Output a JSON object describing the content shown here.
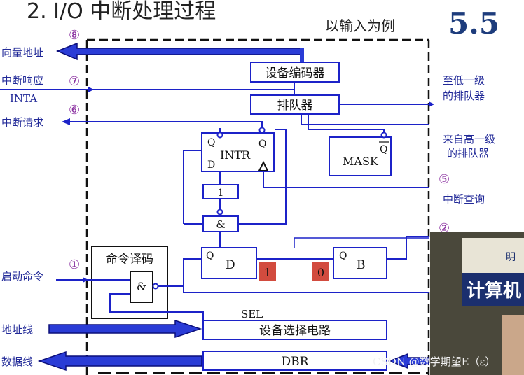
{
  "title": "2. I/O 中断处理过程",
  "subtitle": "以输入为例",
  "section_number": "5.5",
  "left_labels": {
    "address_out": "向量地址",
    "inta_line1": "中断响应",
    "inta_line2": "INTA",
    "int_request": "中断请求",
    "start_cmd": "启动命令",
    "address_bus": "地址线",
    "data_bus": "数据线"
  },
  "right_labels": {
    "to_lower_1": "至低一级",
    "to_lower_2": "的排队器",
    "from_higher_1": "来自高一级",
    "from_higher_2": "的排队器",
    "int_poll": "中断查询"
  },
  "steps": [
    "⑧",
    "⑦",
    "⑥",
    "①",
    "⑤",
    "②"
  ],
  "blocks": {
    "encoder": "设备编码器",
    "queue": "排队器",
    "intr": "INTR",
    "intr_q": "Q",
    "intr_qbar": "Q",
    "intr_d": "D",
    "mask": "MASK",
    "mask_q": "Q",
    "buffer_one": "1",
    "and_gate": "&",
    "cmd_decode": "命令译码",
    "cmd_and": "&",
    "d_ff": "D",
    "d_ff_q": "Q",
    "b_ff": "B",
    "b_ff_q": "Q",
    "d_state": "1",
    "b_state": "0",
    "sel": "SEL",
    "dev_select": "设备选择电路",
    "dbr": "DBR"
  },
  "overlay": {
    "video_caption": "计算机",
    "video_top": "明",
    "watermark": "CSDN @数学期望E（ε）"
  },
  "colors": {
    "wire": "#1c22c8",
    "bus_fill": "#2a3cd6",
    "bus_edge": "#0b0e7a",
    "label_blue": "#222a98",
    "step_purple": "#8a2fa0",
    "state_red": "#d24b3e",
    "number_blue": "#1d3c7c"
  }
}
